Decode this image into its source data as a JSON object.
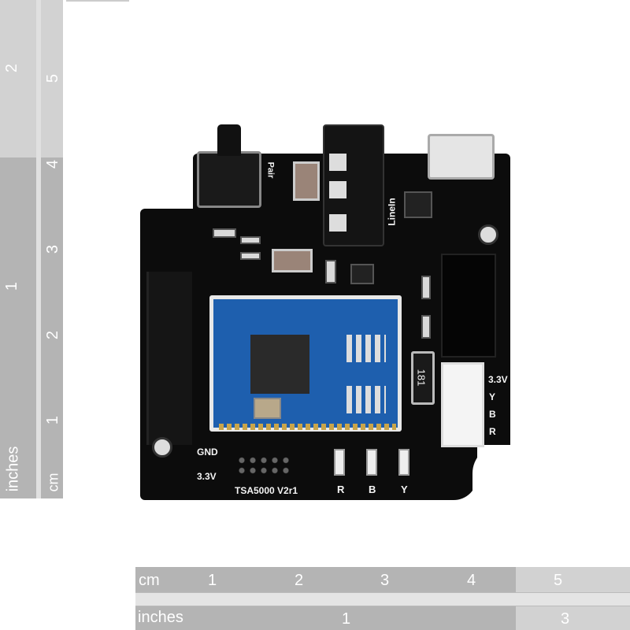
{
  "left_ruler": {
    "inches_label": "inches",
    "inch_marks": [
      "1",
      "2"
    ],
    "cm_label": "cm",
    "cm_marks": [
      "1",
      "2",
      "3",
      "4",
      "5"
    ]
  },
  "bottom_ruler": {
    "cm_label": "cm",
    "cm_marks": [
      "1",
      "2",
      "3",
      "4",
      "5"
    ],
    "inches_label": "inches",
    "inch_marks": [
      "1",
      "3"
    ]
  },
  "board": {
    "model": "TSA5000 V2r1",
    "pair_label": "Pair",
    "linein_label": "LineIn",
    "gnd_label": "GND",
    "vcc_label": "3.3V",
    "led_labels": [
      "R",
      "B",
      "Y"
    ],
    "connector_labels": [
      "3.3V",
      "Y",
      "B",
      "R"
    ],
    "resistor_marking": "181",
    "colors": {
      "pcb": "#0c0c0c",
      "module": "#1e5fae",
      "silk": "#f4f4f4"
    }
  }
}
